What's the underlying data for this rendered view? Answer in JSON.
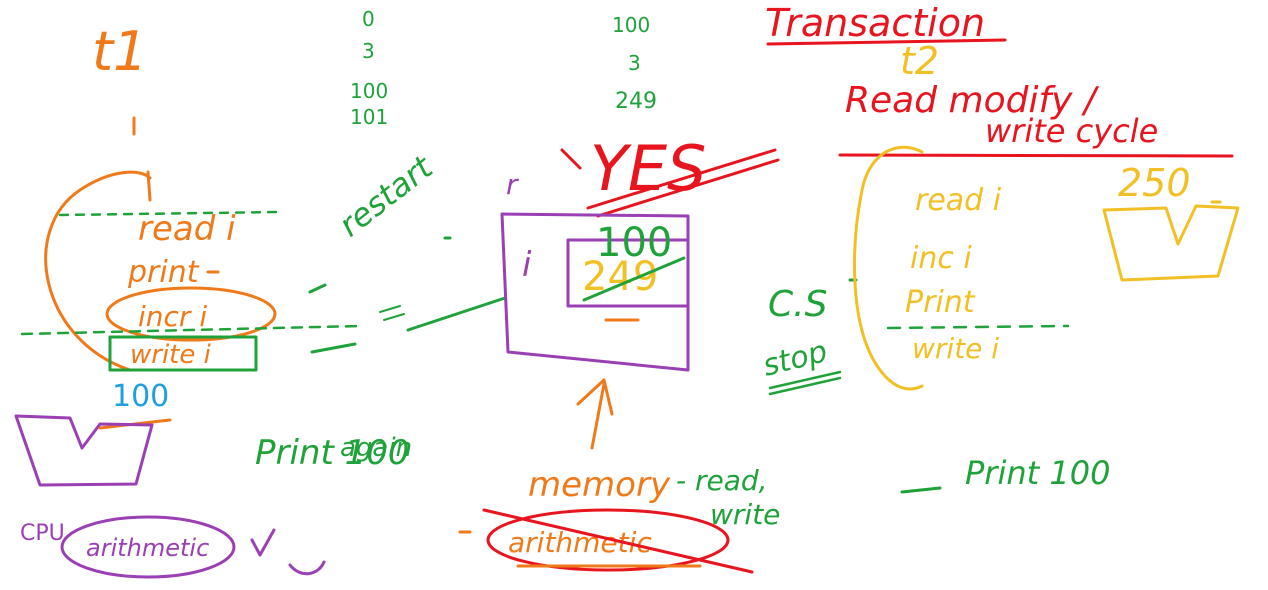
{
  "colors": {
    "orange": "#f07a1a",
    "green": "#1fa23a",
    "red": "#e8141e",
    "purple": "#9b3fb5",
    "yellow": "#f2c024",
    "blue": "#1f9fe0"
  },
  "labels": {
    "transaction_title": "Transaction",
    "t1": "t1",
    "t2": "t2",
    "rmw_line1": "Read modify /",
    "rmw_line2": "write cycle",
    "yes": "YES",
    "r": "r",
    "var_i": "i",
    "mem_old": "100",
    "mem_new": "249",
    "count_top_0": "0",
    "count_top_3": "3",
    "count_top_100": "100",
    "count_top_101": "101",
    "count_mid_100": "100",
    "count_mid_3": "3",
    "count_mid_249": "249",
    "restart": "restart",
    "t1_read": "read i",
    "t1_print": "print",
    "t1_increment": "incr i",
    "t1_write": "write i",
    "t1_value": "100",
    "print_again_1": "Print 100",
    "print_again_2": "again",
    "cpu": "CPU",
    "arithmetic_oval": "arithmetic",
    "memory": "memory",
    "memory_ops_1": "- read,",
    "memory_ops_2": "write",
    "arithmetic_struck": "arithmetic",
    "cs": "C.S",
    "stop": "stop",
    "t2_read": "read i",
    "t2_inc": "inc i",
    "t2_print": "Print",
    "t2_write": "write i",
    "t2_value": "250",
    "print_100": "Print 100"
  }
}
